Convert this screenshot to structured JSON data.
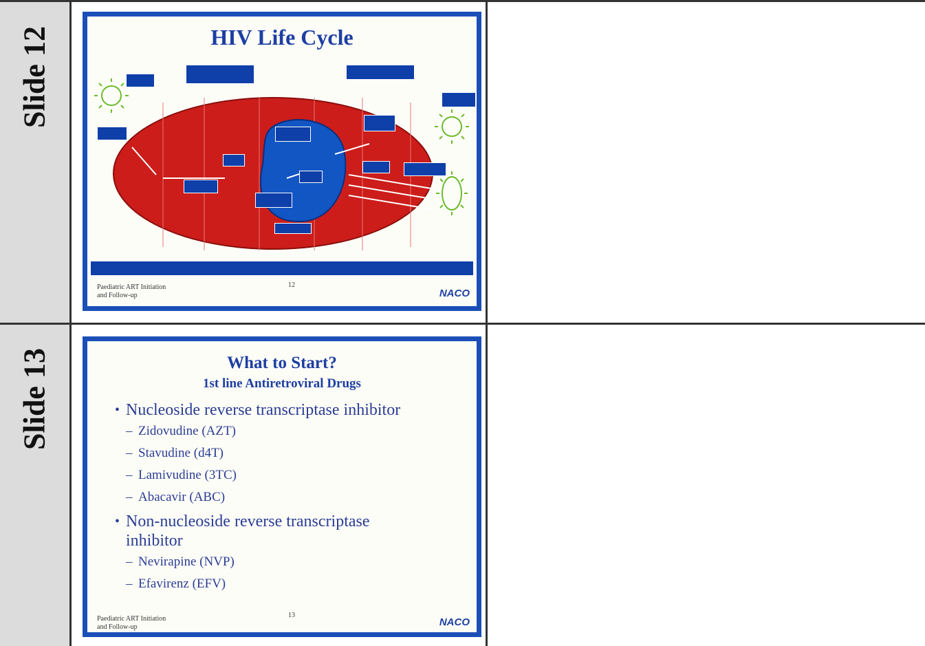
{
  "rows": [
    {
      "label": "Slide 12",
      "slide": {
        "title": "HIV Life Cycle",
        "footer_left": "Paediatric ART Initiation\nand Follow-up",
        "page_number": "12",
        "logo": "NACO"
      }
    },
    {
      "label": "Slide 13",
      "slide": {
        "title": "What to Start?",
        "subtitle": "1st line Antiretroviral Drugs",
        "bullets": [
          {
            "text": "Nucleoside reverse transcriptase inhibitor",
            "sub": [
              "Zidovudine (AZT)",
              "Stavudine (d4T)",
              "Lamivudine (3TC)",
              "Abacavir (ABC)"
            ]
          },
          {
            "text": "Non-nucleoside reverse transcriptase inhibitor",
            "sub": [
              "Nevirapine (NVP)",
              "Efavirenz (EFV)"
            ]
          }
        ],
        "footer_left": "Paediatric ART Initiation\nand Follow-up",
        "page_number": "13",
        "logo": "NACO"
      }
    }
  ],
  "colors": {
    "slide_border": "#1b4fb8",
    "cell_red": "#cc1d1a",
    "nucleus_blue": "#1256c4",
    "label_bg": "#dcdcdc"
  }
}
